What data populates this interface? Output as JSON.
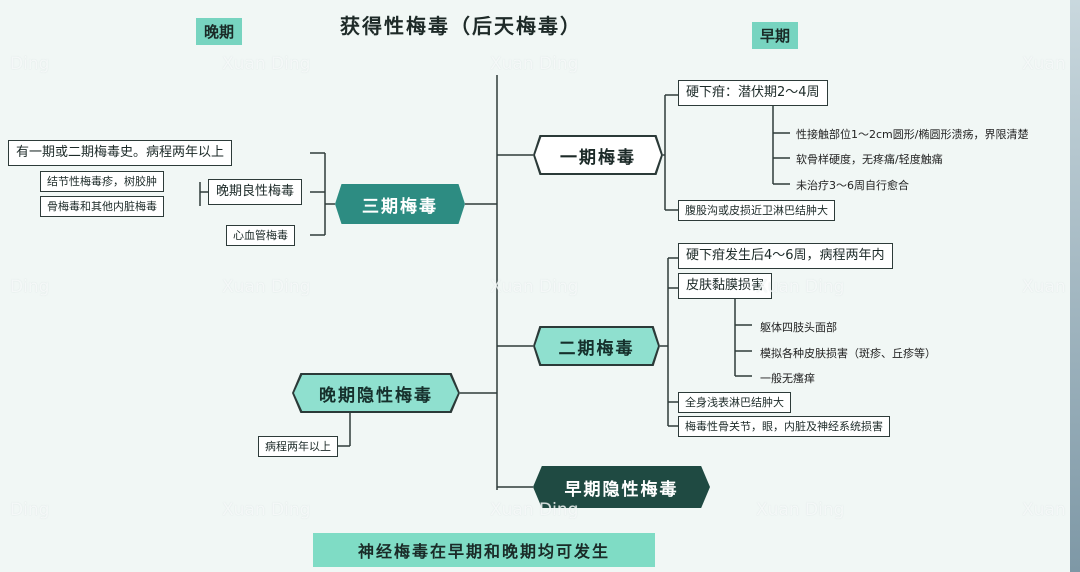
{
  "title": "获得性梅毒（后天梅毒）",
  "tags": {
    "late": "晚期",
    "early": "早期"
  },
  "primary": {
    "label": "一期梅毒",
    "chancre": "硬下疳：潜伏期2～4周",
    "chancre_features": [
      "性接触部位1～2cm圆形/椭圆形溃疡，界限清楚",
      "软骨样硬度，无疼痛/轻度触痛",
      "未治疗3～6周自行愈合"
    ],
    "lymph": "腹股沟或皮损近卫淋巴结肿大"
  },
  "secondary": {
    "label": "二期梅毒",
    "onset": "硬下疳发生后4～6周，病程两年内",
    "skin": "皮肤黏膜损害",
    "skin_features": [
      "躯体四肢头面部",
      "模拟各种皮肤损害（斑疹、丘疹等）",
      "一般无瘙痒"
    ],
    "lymph": "全身浅表淋巴结肿大",
    "other": "梅毒性骨关节，眼，内脏及神经系统损害"
  },
  "tertiary": {
    "label": "三期梅毒",
    "history": "有一期或二期梅毒史。病程两年以上",
    "benign": "晚期良性梅毒",
    "benign_items": [
      "结节性梅毒疹，树胶肿",
      "骨梅毒和其他内脏梅毒"
    ],
    "cardio": "心血管梅毒"
  },
  "late_latent": {
    "label": "晚期隐性梅毒",
    "note": "病程两年以上"
  },
  "early_latent": {
    "label": "早期隐性梅毒"
  },
  "footer": "神经梅毒在早期和晚期均可发生",
  "watermark": "Xuan Ding",
  "watermark_short": "Ding",
  "watermark_cut": "Xuan",
  "colors": {
    "teal": "#2d8c82",
    "mint": "#8fe0cf",
    "dark": "#1f4a42",
    "tag": "#77d4c0"
  }
}
